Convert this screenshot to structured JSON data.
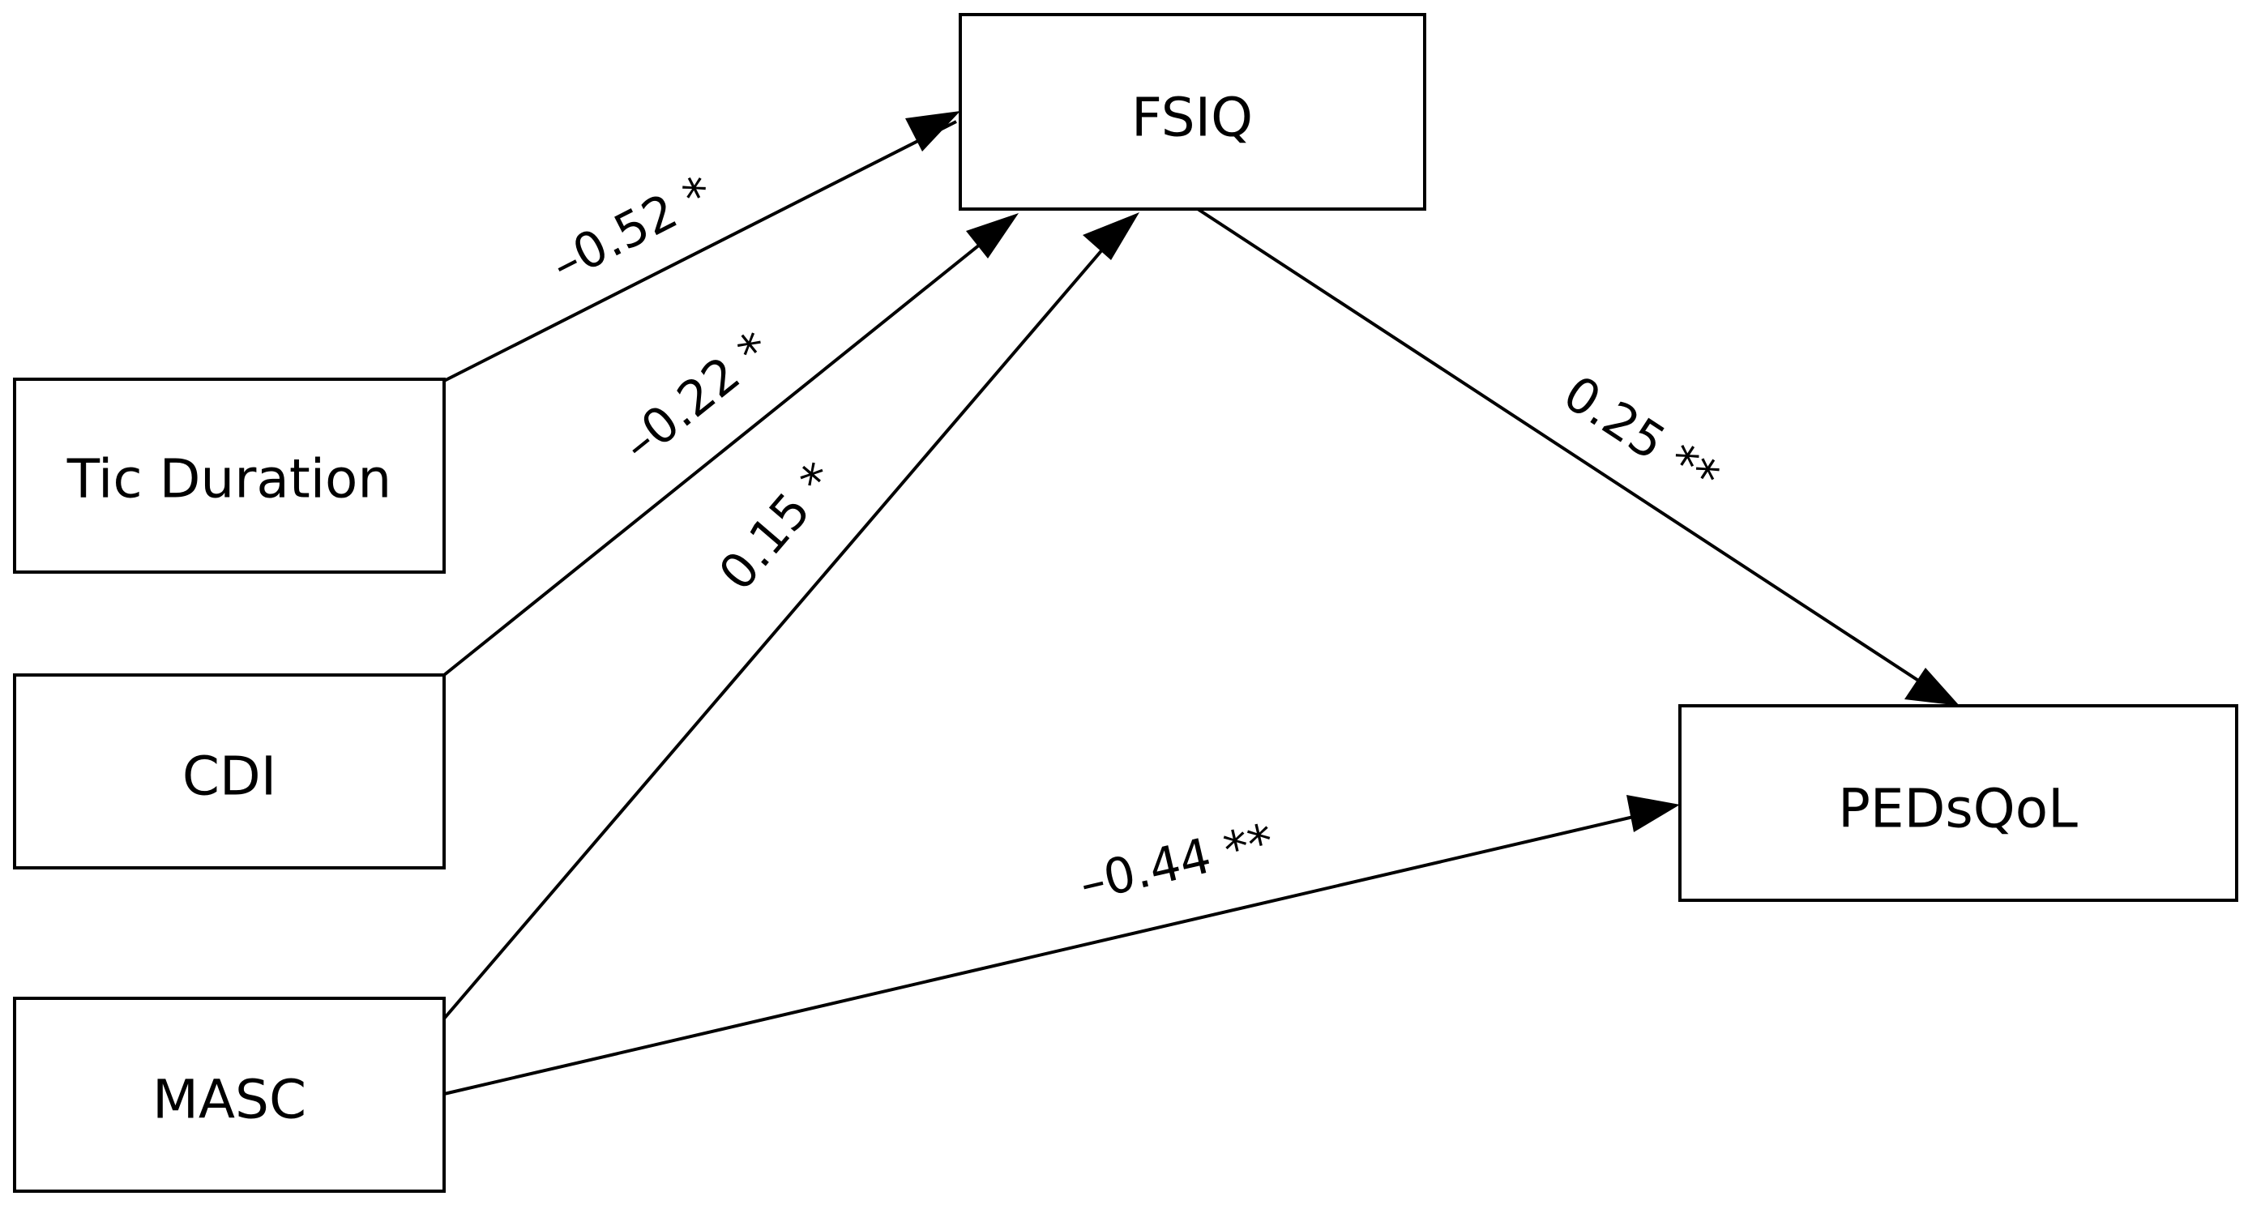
{
  "nodes": {
    "tic_duration": "Tic Duration",
    "cdi": "CDI",
    "masc": "MASC",
    "fsiq": "FSIQ",
    "pedsqol": "PEDsQoL"
  },
  "edges": {
    "tic_to_fsiq": "–0.52 *",
    "cdi_to_fsiq": "–0.22 *",
    "masc_to_fsiq": "0.15 *",
    "fsiq_to_pedsqol": "0.25 **",
    "masc_to_pedsqol": "–0.44 **"
  }
}
